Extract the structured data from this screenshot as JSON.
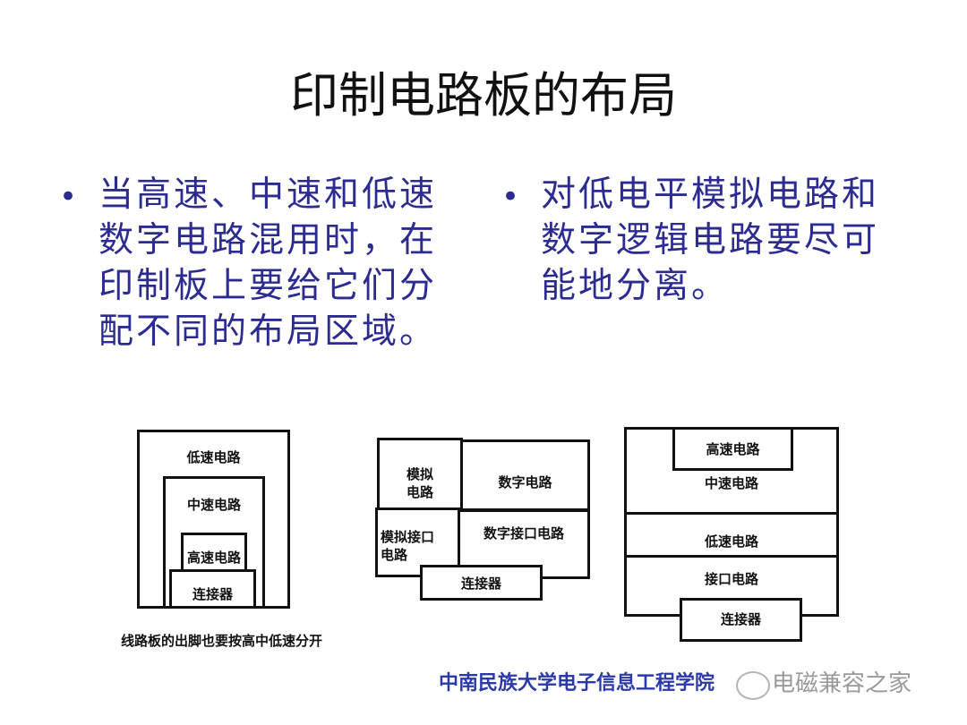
{
  "title": "印制电路板的布局",
  "bullets": {
    "left": {
      "symbol": "•",
      "lines": [
        "当高速、中速和低速",
        "数字电路混用时，在",
        "印制板上要给它们分",
        "配不同的布局区域。"
      ]
    },
    "right": {
      "symbol": "•",
      "lines": [
        "对低电平模拟电路和",
        "数字逻辑电路要尽可",
        "能地分离。"
      ]
    }
  },
  "diagram1": {
    "low": "低速电路",
    "mid": "中速电路",
    "high": "高速电路",
    "connector": "连接器",
    "caption": "线路板的出脚也要按高中低速分开"
  },
  "diagram2": {
    "analog": [
      "模拟",
      "电路"
    ],
    "digital": "数字电路",
    "analog_interface": [
      "模拟接口",
      "电路"
    ],
    "digital_interface": "数字接口电路",
    "connector": "连接器"
  },
  "diagram3": {
    "high": "高速电路",
    "mid": "中速电路",
    "low": "低速电路",
    "interface": "接口电路",
    "connector": "连接器"
  },
  "footer": "中南民族大学电子信息工程学院",
  "watermark": "电磁兼容之家"
}
